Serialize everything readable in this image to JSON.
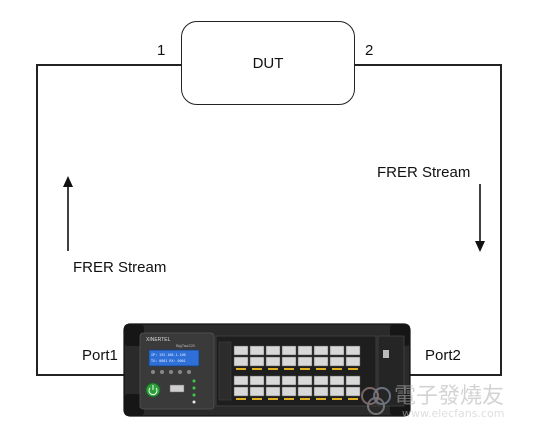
{
  "dut": {
    "label": "DUT"
  },
  "ports": {
    "dut_port1": "1",
    "dut_port2": "2",
    "tester_port1": "Port1",
    "tester_port2": "Port2"
  },
  "streams": {
    "left": "FRER Stream",
    "right": "FRER Stream"
  },
  "device": {
    "brand": "XINERTEL",
    "model": "BigTao220",
    "screen_line1": "IP: 192.168.1.100",
    "screen_line2": "TX: 0001 RX: 0001"
  },
  "watermark": {
    "text": "電子發燒友",
    "url": "www.elecfans.com"
  },
  "colors": {
    "line": "#222222",
    "device_body": "#2a2a2a",
    "device_screen": "#2f6fd8",
    "port_label": "#e0b020"
  }
}
